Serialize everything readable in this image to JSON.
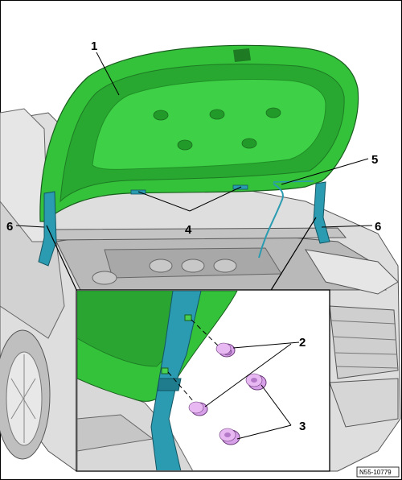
{
  "figure": {
    "callouts": {
      "hood": "1",
      "grommets_a": "2",
      "grommets_b": "3",
      "hood_clips": "4",
      "washer_hose": "5",
      "hinge_left": "6",
      "hinge_right": "6"
    },
    "document_id": "N55-10779"
  },
  "colors": {
    "hood": "#33c23a",
    "hood_dark": "#1f8f26",
    "hose": "#2a9bb0",
    "grommet": "#d8a0e8",
    "body": "#dcdcdc",
    "body_line": "#555555"
  }
}
